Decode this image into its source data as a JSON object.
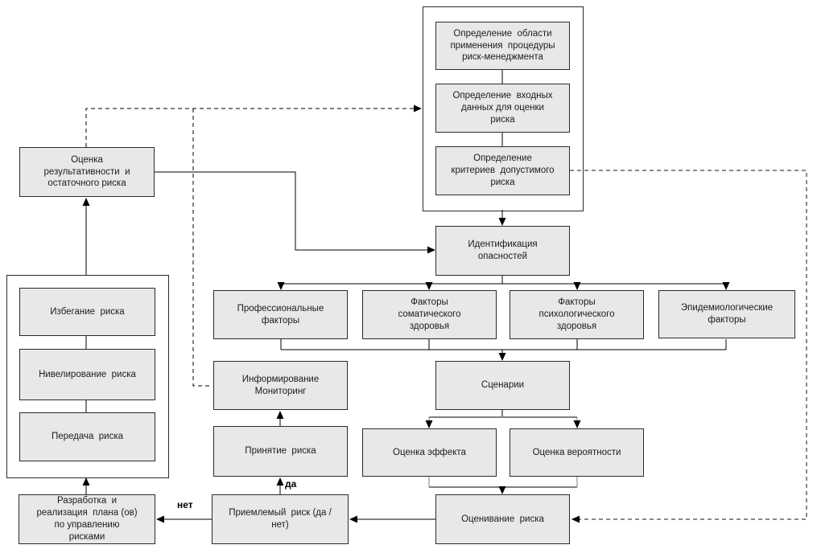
{
  "diagram_type": "flowchart",
  "language": "ru",
  "labels": {
    "yes": "да",
    "no": "нет"
  },
  "colors": {
    "node_fill": "#e8e8e8",
    "node_border": "#2b2b2b",
    "line_black": "#000000",
    "line_gray": "#7f7f7f",
    "dashed_gray": "#8a8a8a",
    "background": "#ffffff",
    "text": "#1c1c1c"
  },
  "nodes": {
    "scope": {
      "label": "Определение  области\nприменения  процедуры\nриск-менеджмента"
    },
    "input": {
      "label": "Определение  входных\nданных для оценки\nриска"
    },
    "criteria": {
      "label": "Определение\nкритериев  допустимого\nриска"
    },
    "identification": {
      "label": "Идентификация\nопасностей"
    },
    "professional": {
      "label": "Профессиональные\nфакторы"
    },
    "somatic": {
      "label": "Факторы\nсоматического\nздоровья"
    },
    "psychological": {
      "label": "Факторы\nпсихологического\nздоровья"
    },
    "epidemiological": {
      "label": "Эпидемиологические\nфакторы"
    },
    "scenarios": {
      "label": "Сценарии"
    },
    "effect": {
      "label": "Оценка эффекта"
    },
    "probability": {
      "label": "Оценка вероятности"
    },
    "evaluation": {
      "label": "Оценивание  риска"
    },
    "acceptable": {
      "label": "Приемлемый  риск (да /\nнет)"
    },
    "acceptance": {
      "label": "Принятие  риска"
    },
    "informing": {
      "label": "Информирование\nМониторинг"
    },
    "effectiveness": {
      "label": "Оценка\nрезультативности  и\nостаточного риска"
    },
    "avoidance": {
      "label": "Избегание  риска"
    },
    "leveling": {
      "label": "Нивелирование  риска"
    },
    "transfer": {
      "label": "Передача  риска"
    },
    "plan": {
      "label": "Разработка  и\nреализация  плана (ов)\nпо управлению\nрисками"
    }
  }
}
